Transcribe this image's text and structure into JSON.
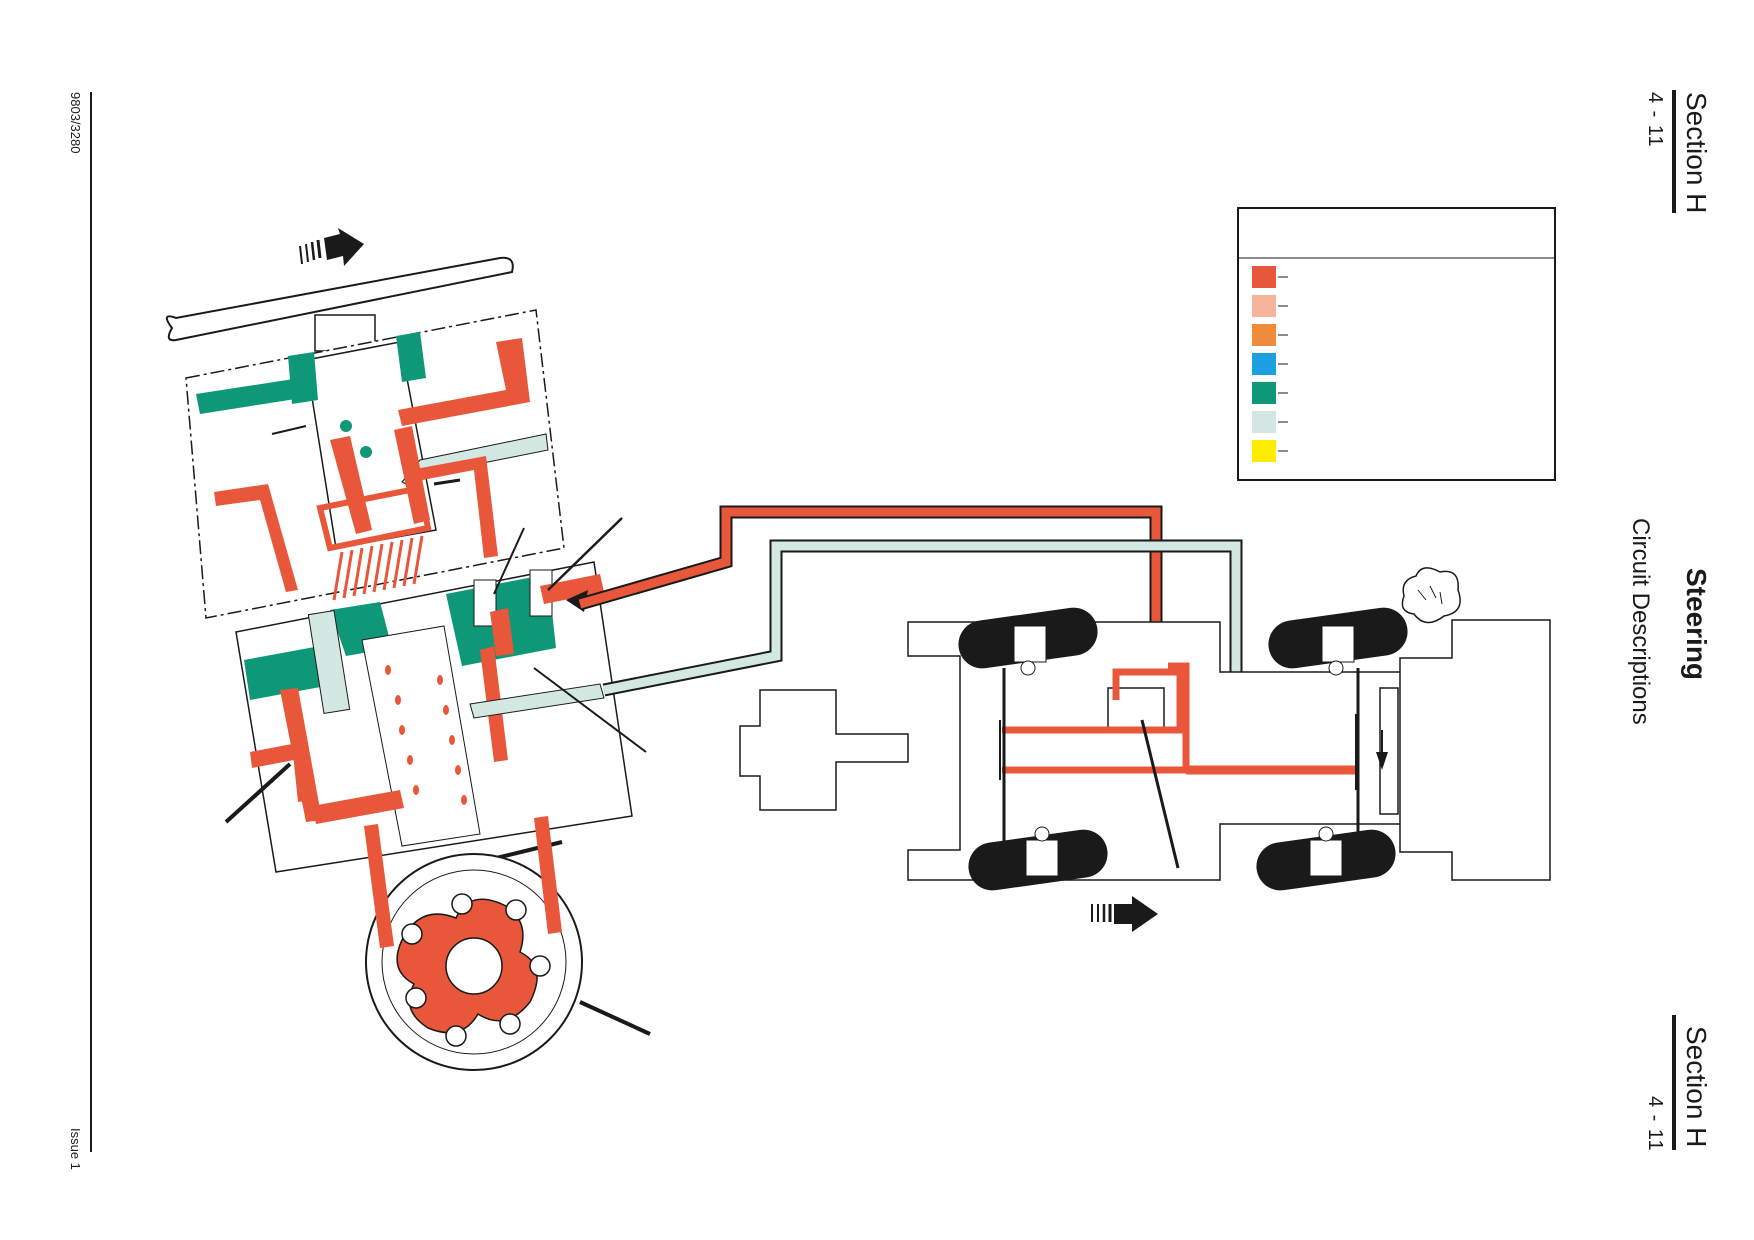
{
  "header": {
    "section_top": "Section H",
    "page_top": "4 - 11",
    "title": "Steering",
    "subtitle": "Circuit Descriptions",
    "section_bottom": "Section H",
    "page_bottom": "4 - 11"
  },
  "footer": {
    "doc_number": "9803/3280",
    "issue": "Issue 1"
  },
  "legend": {
    "swatches": [
      {
        "color": "#e8573a"
      },
      {
        "color": "#f6b49a"
      },
      {
        "color": "#f08b3c"
      },
      {
        "color": "#1aa0de"
      },
      {
        "color": "#0f9878"
      },
      {
        "color": "#d3e8e2"
      },
      {
        "color": "#ffec00"
      }
    ]
  },
  "colors": {
    "pressure": "#e8573a",
    "exhaust": "#0f9878",
    "return": "#d3e8e2",
    "outline": "#1a1a1a"
  },
  "icons": [
    "steering-wheel-icon",
    "direction-arrow-icon",
    "tyre-icon",
    "debris-icon"
  ]
}
